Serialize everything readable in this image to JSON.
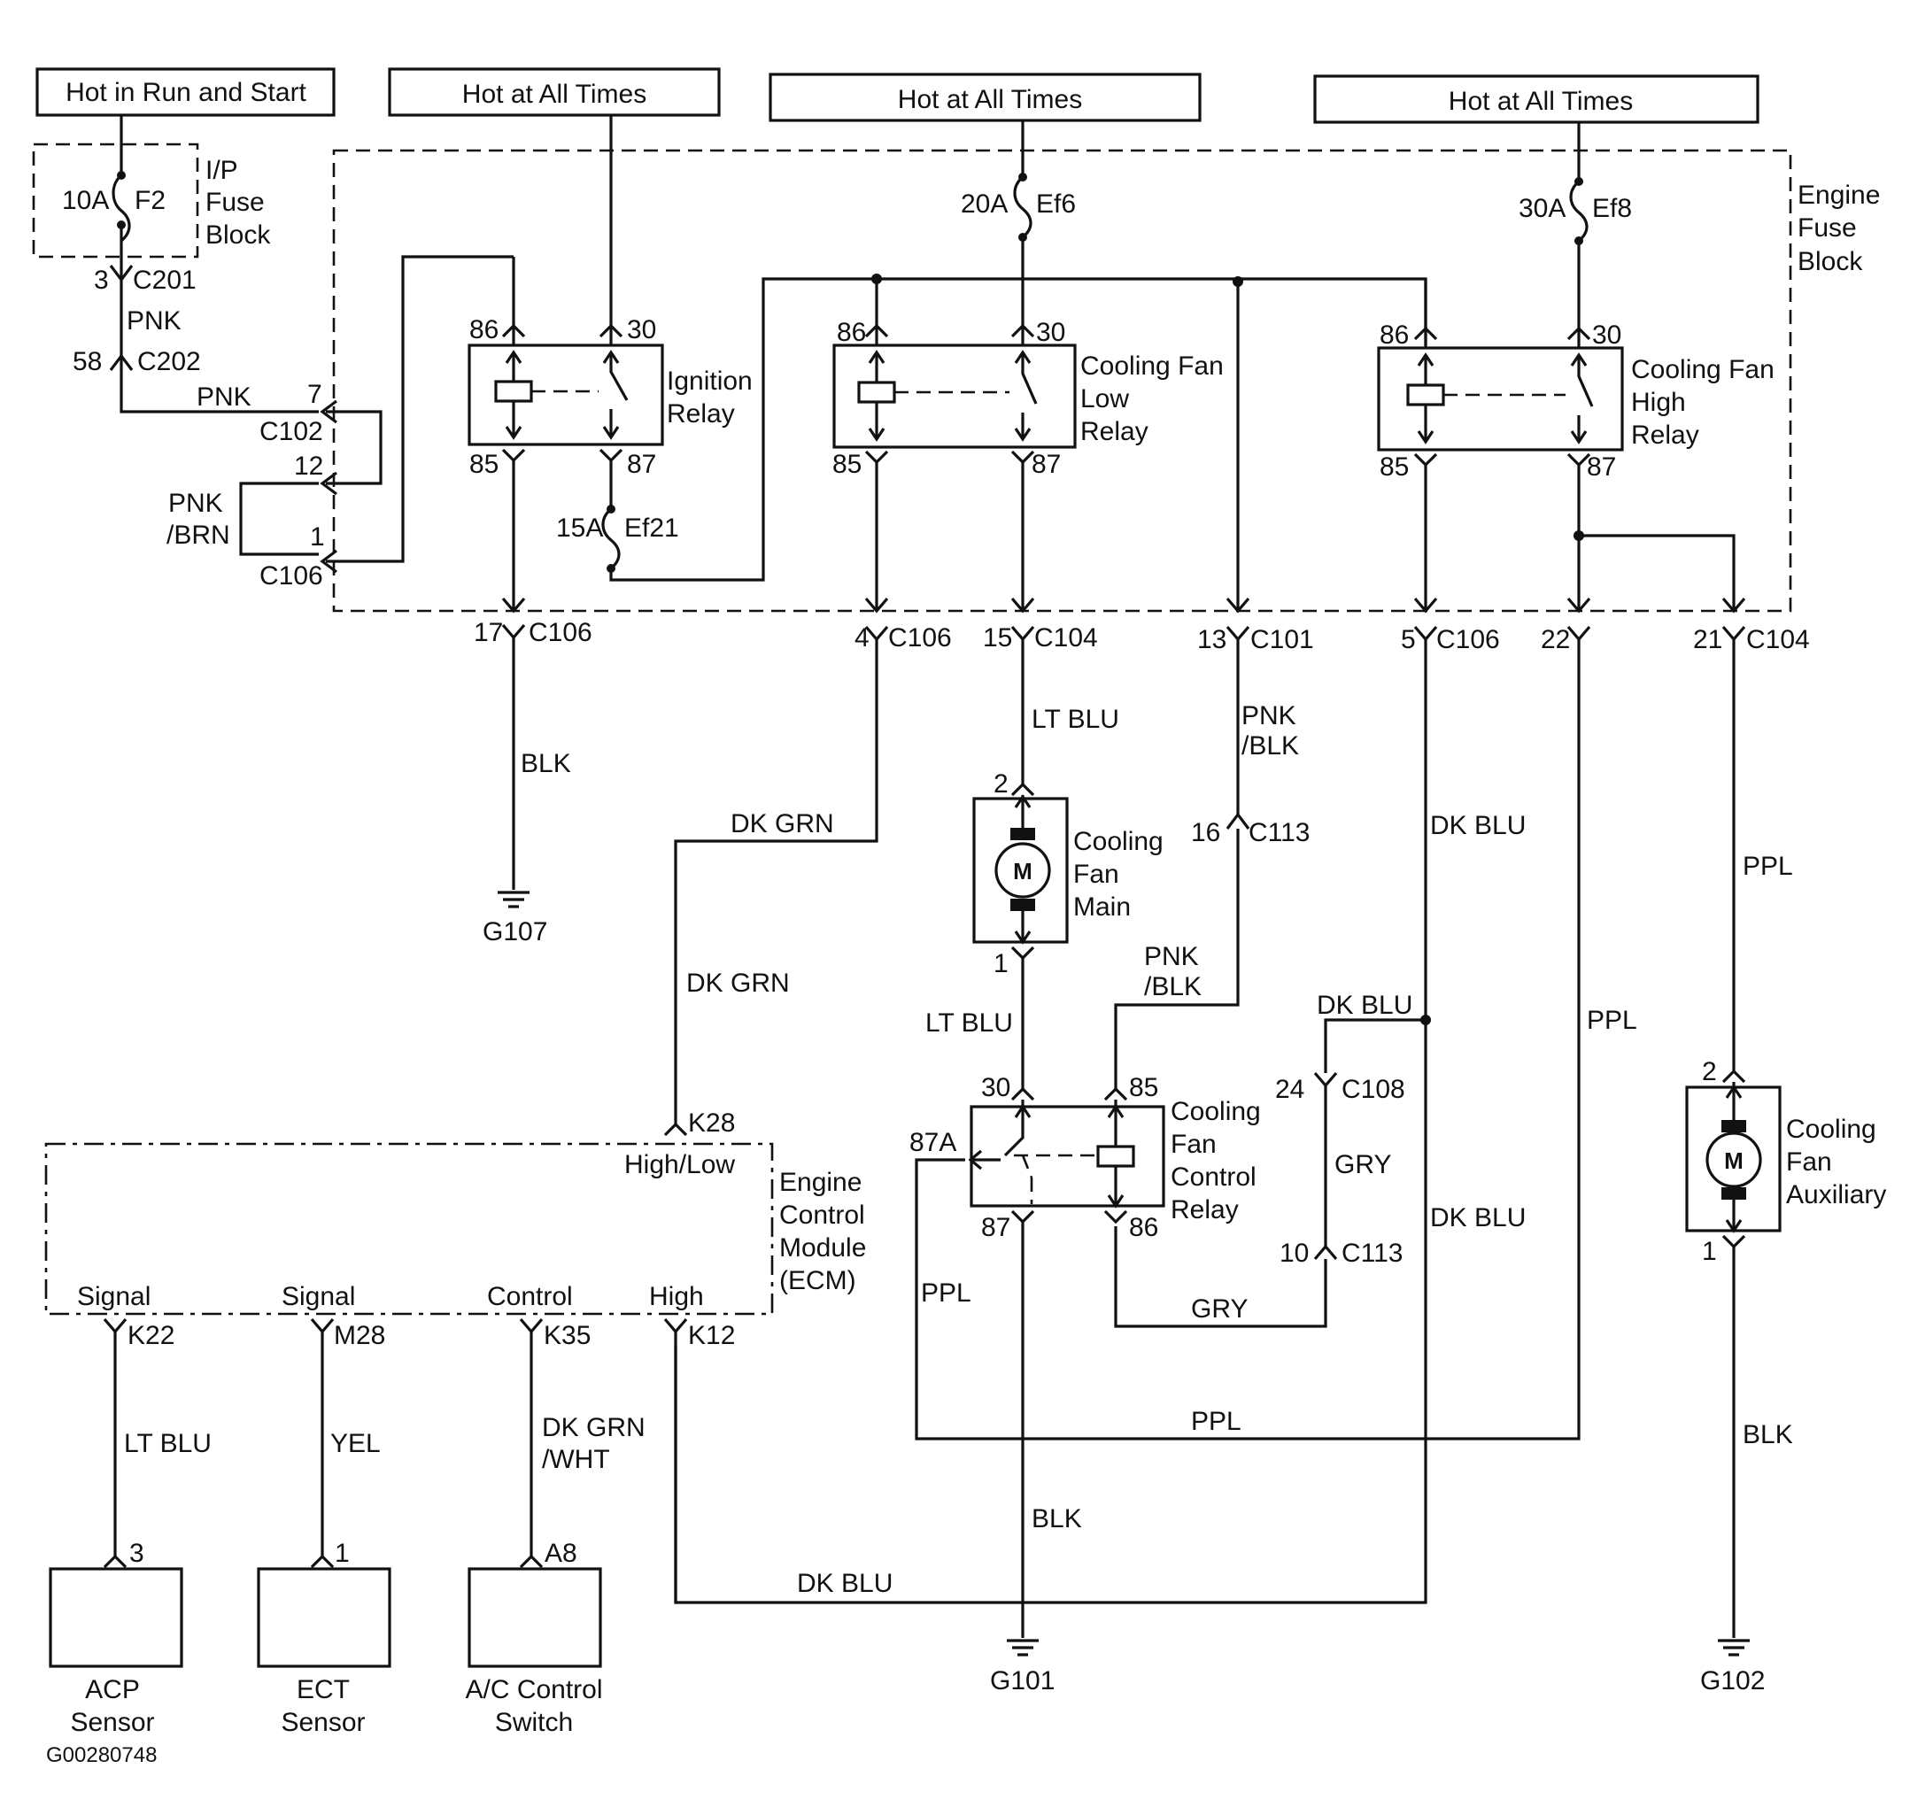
{
  "power_sources": {
    "run_start": "Hot in Run and Start",
    "all_times_1": "Hot at All Times",
    "all_times_2": "Hot at All Times",
    "all_times_3": "Hot at All Times"
  },
  "ip_fuse_block": {
    "title_line1": "I/P",
    "title_line2": "Fuse",
    "title_line3": "Block",
    "fuse_rating": "10A",
    "fuse_name": "F2"
  },
  "engine_fuse_block": {
    "title_line1": "Engine",
    "title_line2": "Fuse",
    "title_line3": "Block"
  },
  "fuses": {
    "ef6_rating": "20A",
    "ef6_name": "Ef6",
    "ef8_rating": "30A",
    "ef8_name": "Ef8",
    "ef21_rating": "15A",
    "ef21_name": "Ef21"
  },
  "relays": {
    "ignition": {
      "line1": "Ignition",
      "line2": "Relay",
      "pin86": "86",
      "pin30": "30",
      "pin85": "85",
      "pin87": "87"
    },
    "low": {
      "line1": "Cooling Fan",
      "line2": "Low",
      "line3": "Relay",
      "pin86": "86",
      "pin30": "30",
      "pin85": "85",
      "pin87": "87"
    },
    "high": {
      "line1": "Cooling Fan",
      "line2": "High",
      "line3": "Relay",
      "pin86": "86",
      "pin30": "30",
      "pin85": "85",
      "pin87": "87"
    },
    "control": {
      "line1": "Cooling",
      "line2": "Fan",
      "line3": "Control",
      "line4": "Relay",
      "pin30": "30",
      "pin85": "85",
      "pin87a": "87A",
      "pin87": "87",
      "pin86": "86"
    }
  },
  "motors": {
    "main": {
      "line1": "Cooling",
      "line2": "Fan",
      "line3": "Main",
      "pin_top": "2",
      "pin_bottom": "1",
      "symbol": "M"
    },
    "aux": {
      "line1": "Cooling",
      "line2": "Fan",
      "line3": "Auxiliary",
      "pin_top": "2",
      "pin_bottom": "1",
      "symbol": "M"
    }
  },
  "connectors": {
    "c201_pin": "3",
    "c201": "C201",
    "c202_pin": "58",
    "c202": "C202",
    "c102_pin": "7",
    "c102": "C102",
    "c106_pin12": "12",
    "c106_pin1": "1",
    "c106_left": "C106",
    "c106_17_pin": "17",
    "c106_17": "C106",
    "c106_4_pin": "4",
    "c106_4": "C106",
    "c104_15_pin": "15",
    "c104_15": "C104",
    "c101_13_pin": "13",
    "c101_13": "C101",
    "c106_5_pin": "5",
    "c106_5": "C106",
    "c104_22_pin": "22",
    "c104_21_pin": "21",
    "c104_21": "C104",
    "c113_16_pin": "16",
    "c113_16": "C113",
    "c108_24_pin": "24",
    "c108_24": "C108",
    "c113_10_pin": "10",
    "c113_10": "C113"
  },
  "wires": {
    "pnk1": "PNK",
    "pnk2": "PNK",
    "pnk_brn_1": "PNK",
    "pnk_brn_2": "/BRN",
    "blk_g107": "BLK",
    "dk_grn_1": "DK GRN",
    "dk_grn_2": "DK GRN",
    "lt_blu_1": "LT BLU",
    "lt_blu_2": "LT BLU",
    "pnk_blk_a1": "PNK",
    "pnk_blk_a2": "/BLK",
    "pnk_blk_b1": "PNK",
    "pnk_blk_b2": "/BLK",
    "dk_blu_1": "DK BLU",
    "dk_blu_2": "DK BLU",
    "dk_blu_3": "DK BLU",
    "dk_blu_4": "DK BLU",
    "ppl_1": "PPL",
    "ppl_2": "PPL",
    "ppl_3": "PPL",
    "ppl_4": "PPL",
    "gry_1": "GRY",
    "gry_2": "GRY",
    "blk_g101": "BLK",
    "blk_g102": "BLK",
    "lt_blu_acp": "LT BLU",
    "yel_ect": "YEL",
    "dk_grn_wht_1": "DK GRN",
    "dk_grn_wht_2": "/WHT"
  },
  "ecm": {
    "title_line1": "Engine",
    "title_line2": "Control",
    "title_line3": "Module",
    "title_line4": "(ECM)",
    "k28": "K28",
    "high_low": "High/Low",
    "signal1": "Signal",
    "k22": "K22",
    "signal2": "Signal",
    "m28": "M28",
    "control": "Control",
    "k35": "K35",
    "high": "High",
    "k12": "K12"
  },
  "sensors": {
    "acp_pin": "3",
    "acp_line1": "ACP",
    "acp_line2": "Sensor",
    "ect_pin": "1",
    "ect_line1": "ECT",
    "ect_line2": "Sensor",
    "ac_pin": "A8",
    "ac_line1": "A/C Control",
    "ac_line2": "Switch"
  },
  "grounds": {
    "g107": "G107",
    "g101": "G101",
    "g102": "G102"
  },
  "figure_id": "G00280748"
}
